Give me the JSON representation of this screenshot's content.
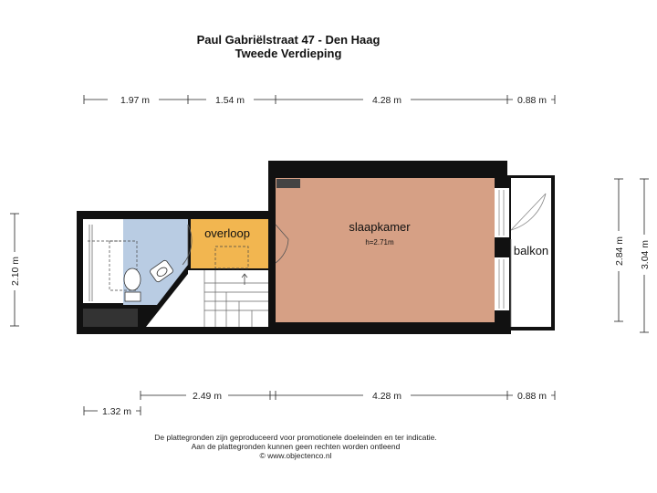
{
  "header": {
    "address": "Paul Gabriëlstraat 47 - Den Haag",
    "floor": "Tweede Verdieping"
  },
  "rooms": {
    "overloop": "overloop",
    "slaapkamer": "slaapkamer",
    "slaapkamer_height": "h=2.71m",
    "balkon": "balkon"
  },
  "dimensions": {
    "top": [
      "1.97 m",
      "1.54 m",
      "4.28 m",
      "0.88 m"
    ],
    "bottom": [
      "2.49 m",
      "4.28 m",
      "0.88 m"
    ],
    "bottom_left": "1.32 m",
    "left": "2.10 m",
    "right_inner": "2.84 m",
    "right_outer": "3.04 m"
  },
  "footer": {
    "line1": "De plattegronden zijn geproduceerd voor promotionele doeleinden en ter indicatie.",
    "line2": "Aan de plattegronden kunnen geen rechten worden ontleend",
    "line3": "© www.objectenco.nl"
  },
  "colors": {
    "wall": "#111111",
    "bathroom": "#b9cce3",
    "landing": "#f2b650",
    "bedroom": "#d6a085",
    "stairs_floor": "#ffffff"
  }
}
